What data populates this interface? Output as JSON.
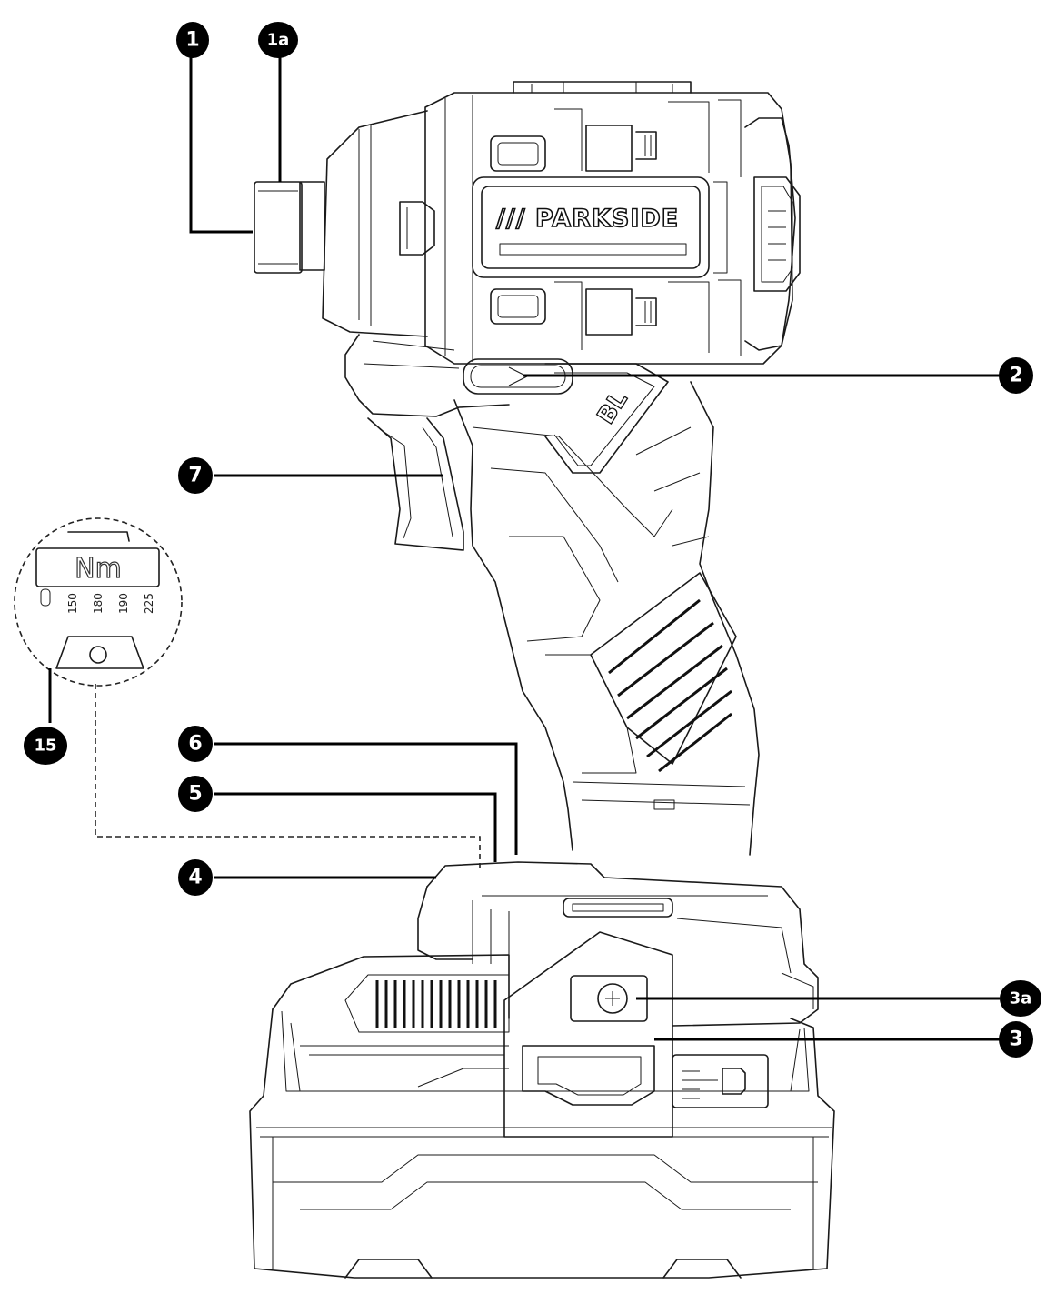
{
  "brand_text": "/// PARKSIDE",
  "housing_text": "BL",
  "torque_unit": "Nm",
  "torque_settings": [
    "150",
    "180",
    "190",
    "225"
  ],
  "callouts": [
    {
      "id": "1",
      "label": "1"
    },
    {
      "id": "1a",
      "label": "1a"
    },
    {
      "id": "2",
      "label": "2"
    },
    {
      "id": "7",
      "label": "7"
    },
    {
      "id": "15",
      "label": "15"
    },
    {
      "id": "6",
      "label": "6"
    },
    {
      "id": "5",
      "label": "5"
    },
    {
      "id": "4",
      "label": "4"
    },
    {
      "id": "3a",
      "label": "3a"
    },
    {
      "id": "3",
      "label": "3"
    }
  ]
}
